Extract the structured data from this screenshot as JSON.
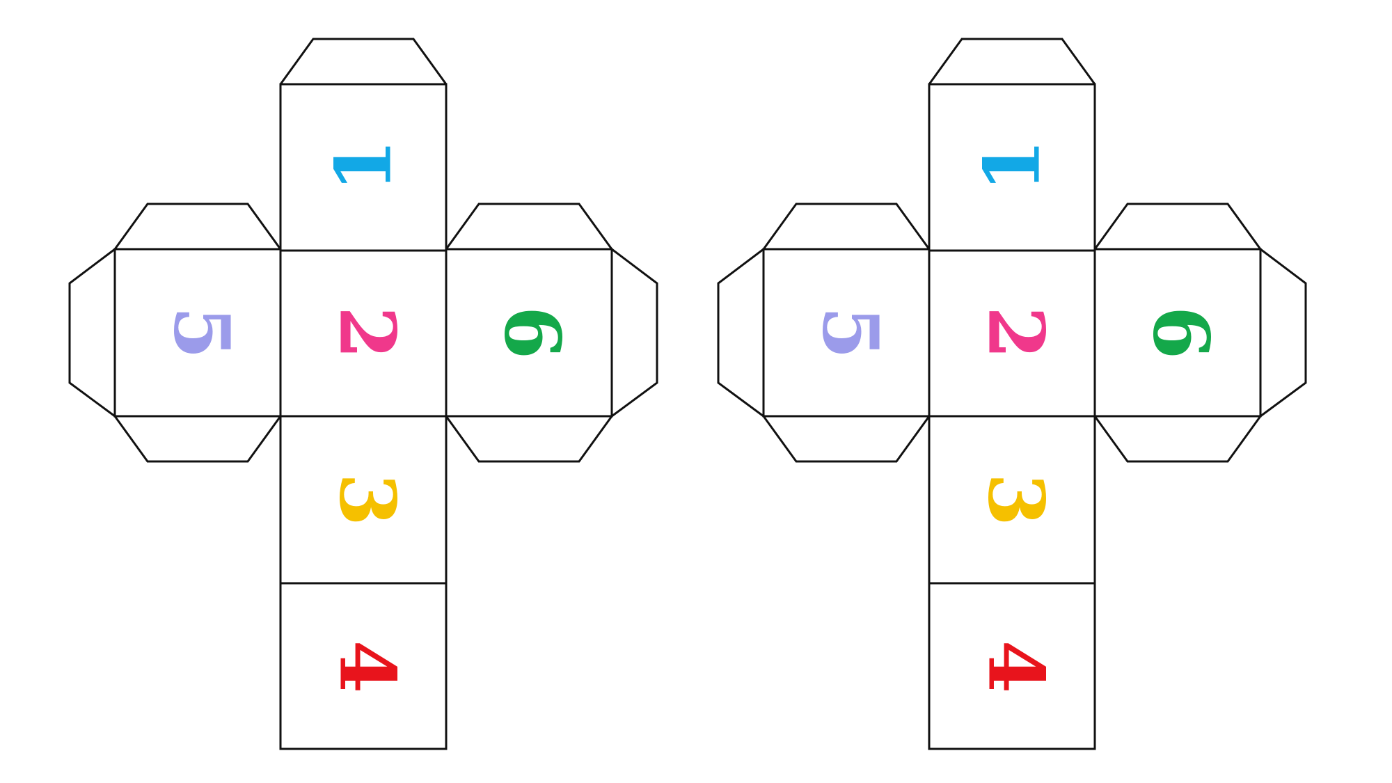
{
  "nets": [
    {
      "id": "left",
      "faces": [
        {
          "label": "1",
          "position": "top",
          "color": "#12A8E6",
          "rotation": -90
        },
        {
          "label": "5",
          "position": "left",
          "color": "#9B9BEA",
          "rotation": 90
        },
        {
          "label": "2",
          "position": "center",
          "color": "#F0388B",
          "rotation": 90
        },
        {
          "label": "6",
          "position": "right",
          "color": "#14A84A",
          "rotation": 90
        },
        {
          "label": "3",
          "position": "lower",
          "color": "#F5C000",
          "rotation": 90
        },
        {
          "label": "4",
          "position": "bottom",
          "color": "#E8141C",
          "rotation": 90
        }
      ]
    },
    {
      "id": "right",
      "faces": [
        {
          "label": "1",
          "position": "top",
          "color": "#12A8E6",
          "rotation": -90
        },
        {
          "label": "5",
          "position": "left",
          "color": "#9B9BEA",
          "rotation": 90
        },
        {
          "label": "2",
          "position": "center",
          "color": "#F0388B",
          "rotation": 90
        },
        {
          "label": "6",
          "position": "right",
          "color": "#14A84A",
          "rotation": 90
        },
        {
          "label": "3",
          "position": "lower",
          "color": "#F5C000",
          "rotation": 90
        },
        {
          "label": "4",
          "position": "bottom",
          "color": "#E8141C",
          "rotation": 90
        }
      ]
    }
  ]
}
